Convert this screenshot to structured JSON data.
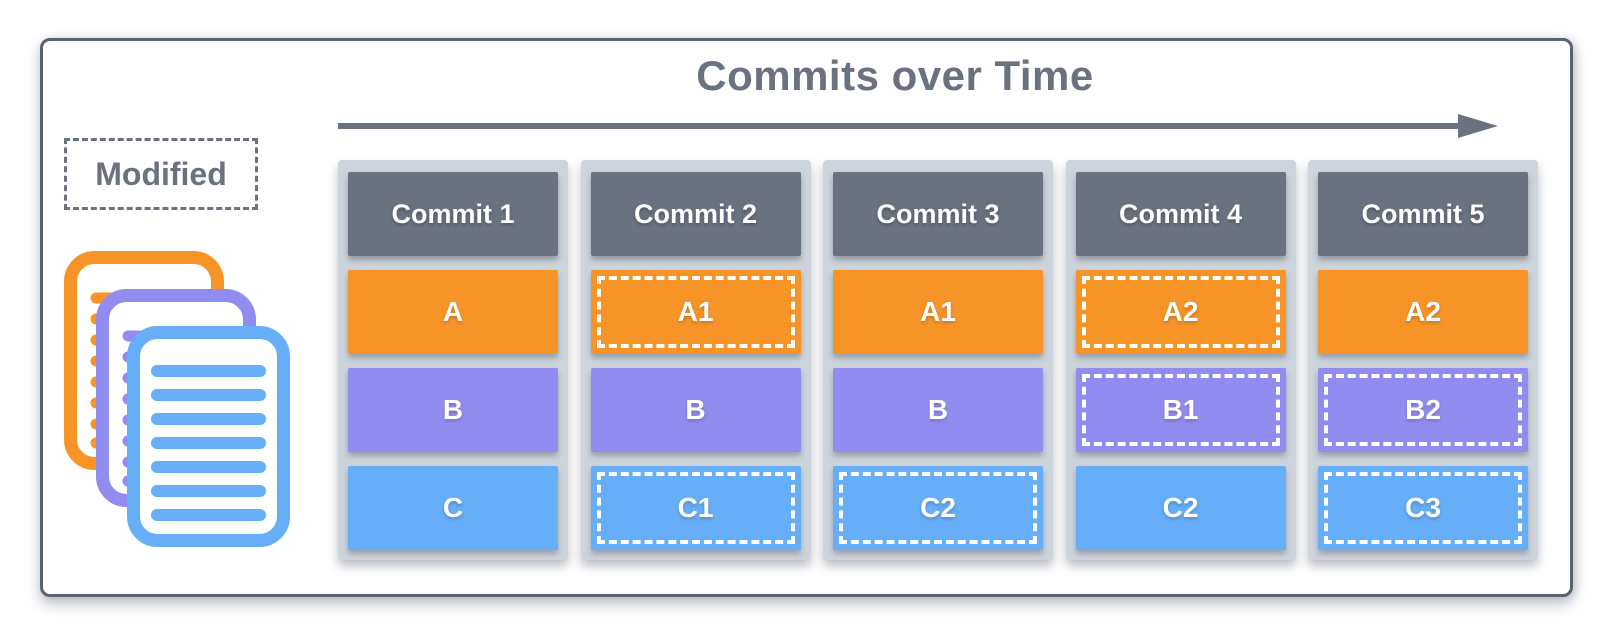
{
  "title": "Commits over Time",
  "legend": {
    "modified_label": "Modified"
  },
  "colors": {
    "orange": "#F79428",
    "purple": "#918DF0",
    "blue": "#66AEF7",
    "header_gray": "#6A7280",
    "panel_bg": "#CED4DB",
    "frame_border": "#5A6470",
    "text_gray": "#6A7280",
    "modified_border": "#FFFFFF"
  },
  "icons": {
    "documents": "stacked-documents-icon",
    "arrow": "right-arrow-icon"
  },
  "commits": [
    {
      "label": "Commit 1",
      "files": [
        {
          "label": "A",
          "color": "orange",
          "modified": false
        },
        {
          "label": "B",
          "color": "purple",
          "modified": false
        },
        {
          "label": "C",
          "color": "blue",
          "modified": false
        }
      ]
    },
    {
      "label": "Commit 2",
      "files": [
        {
          "label": "A1",
          "color": "orange",
          "modified": true
        },
        {
          "label": "B",
          "color": "purple",
          "modified": false
        },
        {
          "label": "C1",
          "color": "blue",
          "modified": true
        }
      ]
    },
    {
      "label": "Commit 3",
      "files": [
        {
          "label": "A1",
          "color": "orange",
          "modified": false
        },
        {
          "label": "B",
          "color": "purple",
          "modified": false
        },
        {
          "label": "C2",
          "color": "blue",
          "modified": true
        }
      ]
    },
    {
      "label": "Commit 4",
      "files": [
        {
          "label": "A2",
          "color": "orange",
          "modified": true
        },
        {
          "label": "B1",
          "color": "purple",
          "modified": true
        },
        {
          "label": "C2",
          "color": "blue",
          "modified": false
        }
      ]
    },
    {
      "label": "Commit 5",
      "files": [
        {
          "label": "A2",
          "color": "orange",
          "modified": false
        },
        {
          "label": "B2",
          "color": "purple",
          "modified": true
        },
        {
          "label": "C3",
          "color": "blue",
          "modified": true
        }
      ]
    }
  ]
}
